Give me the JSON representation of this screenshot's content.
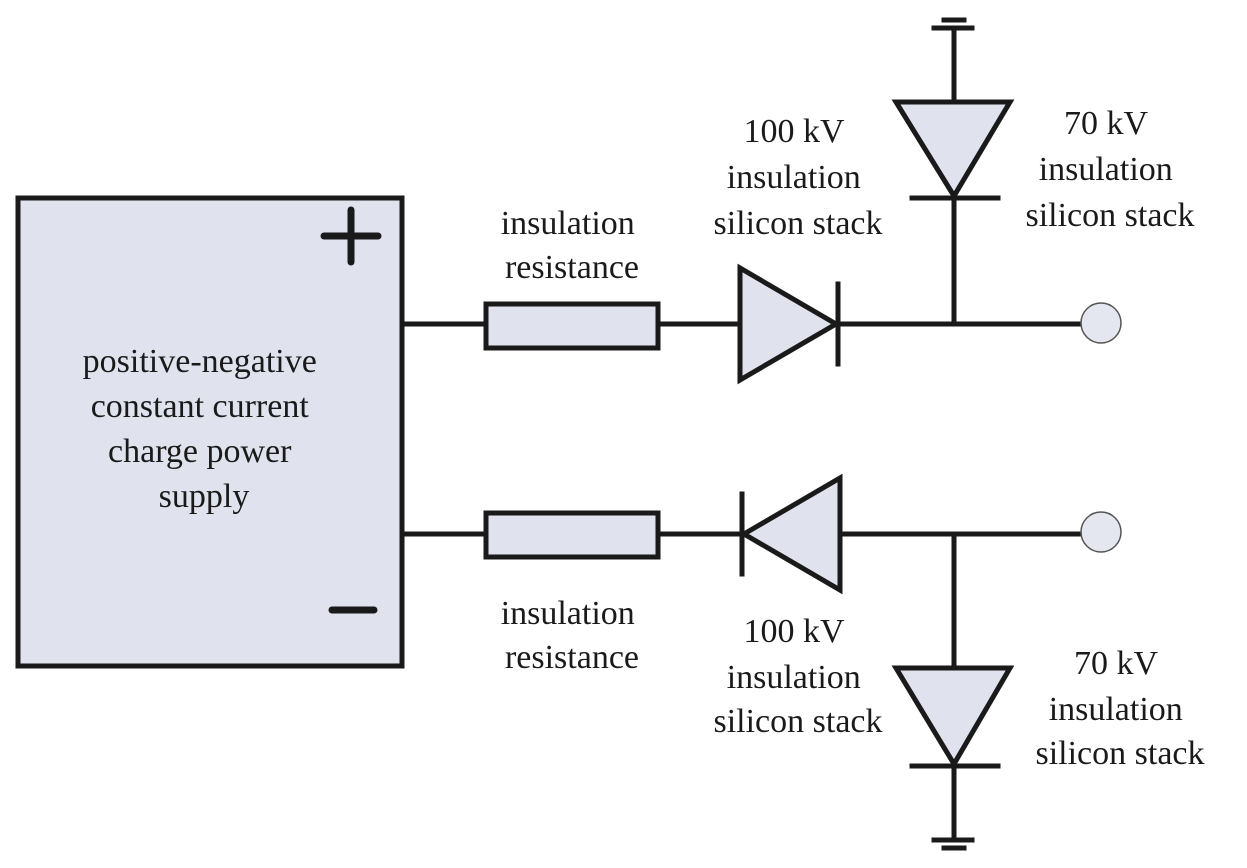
{
  "colors": {
    "component_fill": "#e0e3ee",
    "terminal_fill": "#e4e6f0",
    "line": "#1a1a1a"
  },
  "power_supply": {
    "label_lines": [
      "positive-negative",
      "constant current",
      "charge power",
      "supply"
    ],
    "plus_symbol": "+",
    "minus_symbol": "−"
  },
  "top_branch": {
    "resistor_label": [
      "insulation",
      "resistance"
    ],
    "series_stack_label": [
      "100 kV",
      "insulation",
      "silicon stack"
    ],
    "shunt_stack_label": [
      "70 kV",
      "insulation",
      "silicon stack"
    ]
  },
  "bottom_branch": {
    "resistor_label": [
      "insulation",
      "resistance"
    ],
    "series_stack_label": [
      "100 kV",
      "insulation",
      "silicon stack"
    ],
    "shunt_stack_label": [
      "70 kV",
      "insulation",
      "silicon stack"
    ]
  }
}
